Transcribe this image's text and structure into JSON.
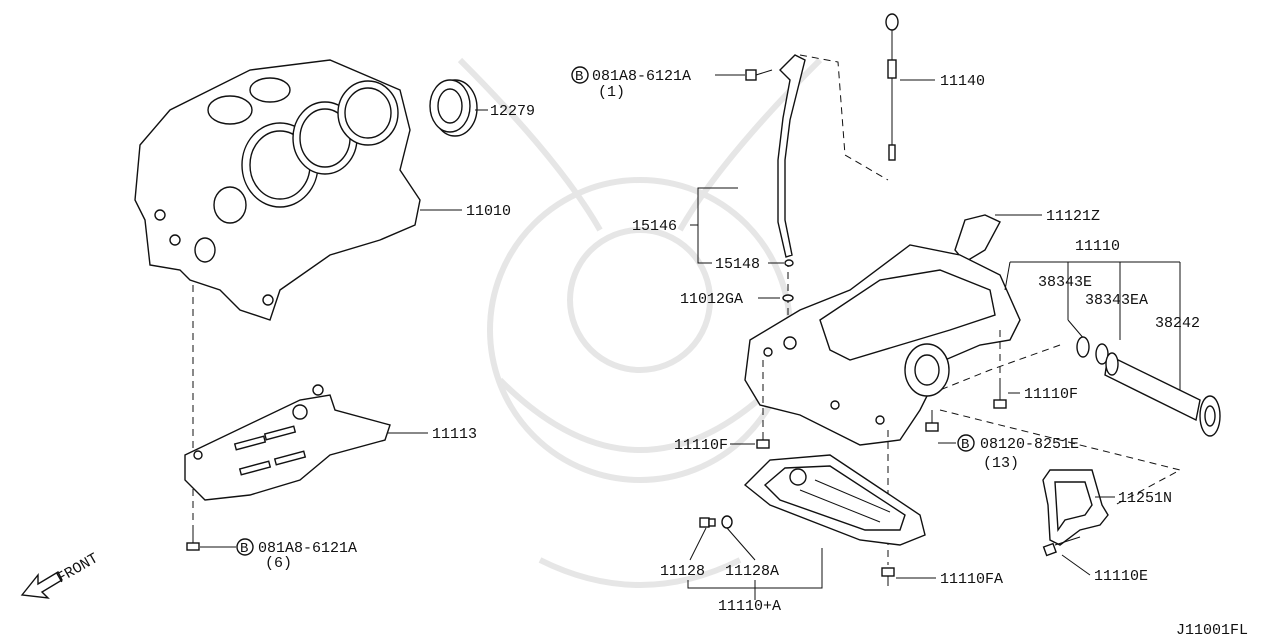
{
  "diagram_code": "J11001FL",
  "front_label": "FRONT",
  "bolt_symbol": "B",
  "parts": {
    "p12279": "12279",
    "p11010": "11010",
    "p11113": "11113",
    "p081A8_top": "081A8-6121A",
    "p081A8_top_qty": "(1)",
    "p081A8_bottom": "081A8-6121A",
    "p081A8_bottom_qty": "(6)",
    "p11140": "11140",
    "p15146": "15146",
    "p15148": "15148",
    "p11012GA": "11012GA",
    "p11121Z": "11121Z",
    "p11110": "11110",
    "p38343E": "38343E",
    "p38343EA": "38343EA",
    "p38242": "38242",
    "p11110F_right": "11110F",
    "p11110F_left": "11110F",
    "p08120": "08120-8251E",
    "p08120_qty": "(13)",
    "p11251N": "11251N",
    "p11110E": "11110E",
    "p11128": "11128",
    "p11128A": "11128A",
    "p11110A": "11110+A",
    "p11110FA": "11110FA"
  }
}
